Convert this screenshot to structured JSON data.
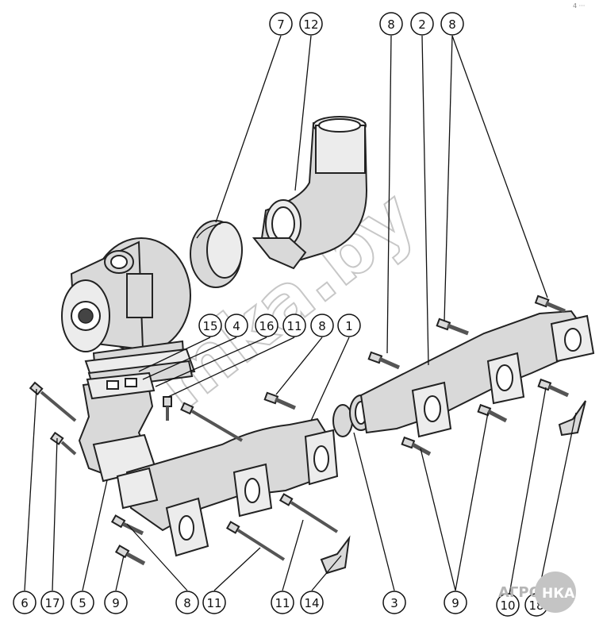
{
  "watermark": "mka.by",
  "logo": {
    "left": "АГРО",
    "right": "НКА"
  },
  "corner_mark": "4 ···",
  "callouts": [
    {
      "id": "c7",
      "label": "7"
    },
    {
      "id": "c12",
      "label": "12"
    },
    {
      "id": "c8a",
      "label": "8"
    },
    {
      "id": "c2",
      "label": "2"
    },
    {
      "id": "c8b",
      "label": "8"
    },
    {
      "id": "c15",
      "label": "15"
    },
    {
      "id": "c4",
      "label": "4"
    },
    {
      "id": "c16",
      "label": "16"
    },
    {
      "id": "c11a",
      "label": "11"
    },
    {
      "id": "c8c",
      "label": "8"
    },
    {
      "id": "c1",
      "label": "1"
    },
    {
      "id": "c6",
      "label": "6"
    },
    {
      "id": "c17",
      "label": "17"
    },
    {
      "id": "c5",
      "label": "5"
    },
    {
      "id": "c9a",
      "label": "9"
    },
    {
      "id": "c8d",
      "label": "8"
    },
    {
      "id": "c11b",
      "label": "11"
    },
    {
      "id": "c11c",
      "label": "11"
    },
    {
      "id": "c14",
      "label": "14"
    },
    {
      "id": "c3",
      "label": "3"
    },
    {
      "id": "c9b",
      "label": "9"
    },
    {
      "id": "c10",
      "label": "10"
    },
    {
      "id": "c18",
      "label": "18"
    }
  ]
}
